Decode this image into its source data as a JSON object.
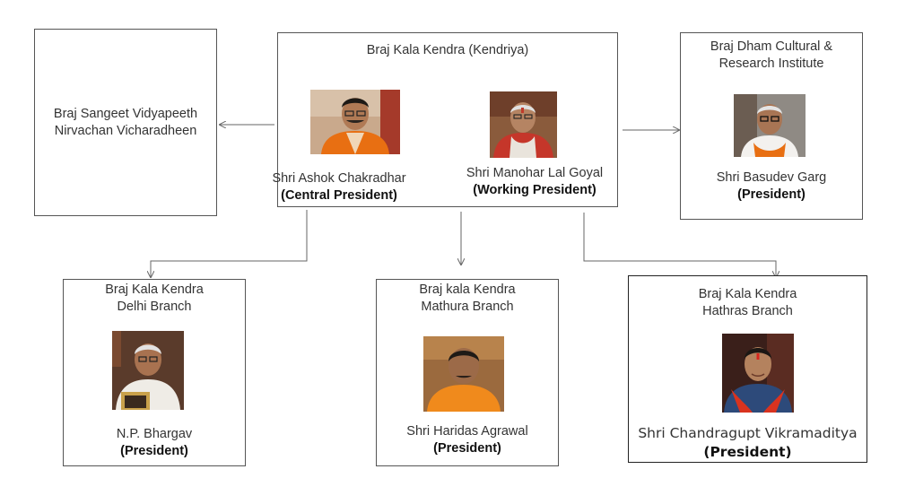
{
  "colors": {
    "line": "#666666",
    "border": "#555555",
    "saffron": "#e86f12",
    "skin": "#b07a55",
    "hair": "#1e1a16",
    "white_hair": "#dcdcdc"
  },
  "central": {
    "title": "Braj Kala Kendra (Kendriya)",
    "person1": {
      "name": "Shri Ashok Chakradhar",
      "role": "(Central President)",
      "photo_icon": "portrait-icon"
    },
    "person2": {
      "name": "Shri Manohar Lal Goyal",
      "role": "(Working President)",
      "photo_icon": "portrait-icon"
    }
  },
  "left_org": {
    "line1": "Braj Sangeet Vidyapeeth",
    "line2": "Nirvachan Vicharadheen"
  },
  "right_org": {
    "line1": "Braj Dham Cultural &",
    "line2": "Research Institute",
    "name": "Shri Basudev Garg",
    "role": "(President)"
  },
  "branches": [
    {
      "line1": "Braj Kala Kendra",
      "line2": "Delhi Branch",
      "name": "N.P. Bhargav",
      "role": "(President)"
    },
    {
      "line1": "Braj kala Kendra",
      "line2": "Mathura Branch",
      "name": "Shri Haridas Agrawal",
      "role": "(President)"
    },
    {
      "line1": "Braj Kala Kendra",
      "line2": "Hathras Branch",
      "name": "Shri Chandragupt Vikramaditya",
      "role": "(President)"
    }
  ]
}
